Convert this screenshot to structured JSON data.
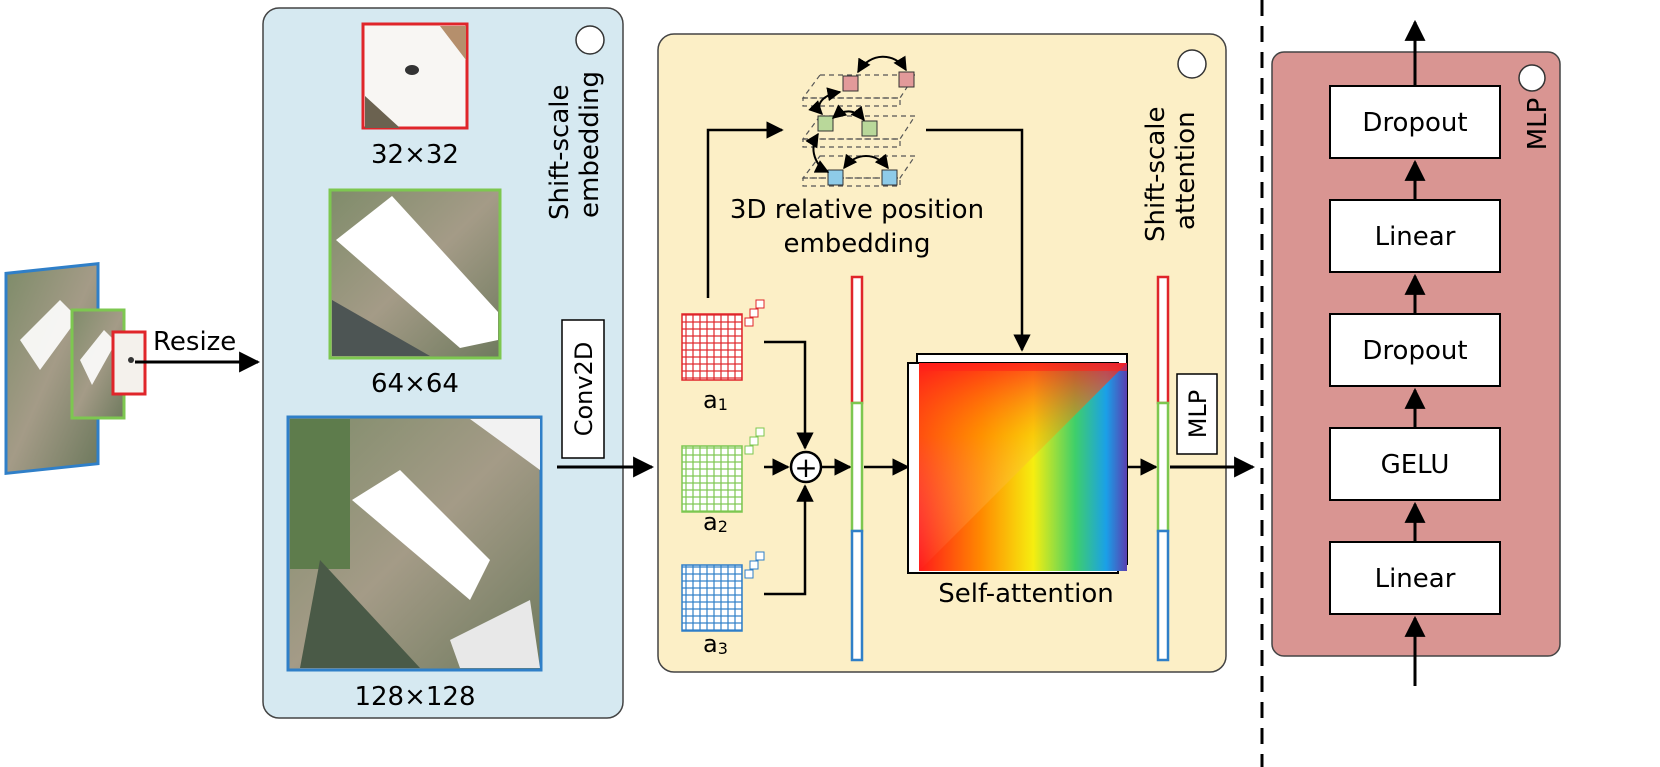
{
  "input": {
    "resize_label": "Resize"
  },
  "embedding": {
    "title_line1": "Shift-scale",
    "title_line2": "embedding",
    "scales": [
      "32×32",
      "64×64",
      "128×128"
    ],
    "conv_label": "Conv2D"
  },
  "attention": {
    "title_line1": "Shift-scale",
    "title_line2": "attention",
    "pos_embed_line1": "3D relative position",
    "pos_embed_line2": "embedding",
    "token_labels": [
      "a",
      "a",
      "a"
    ],
    "token_subscripts": [
      "1",
      "2",
      "3"
    ],
    "self_attention_label": "Self-attention",
    "mlp_label": "MLP",
    "plus_symbol": "+"
  },
  "mlp_block": {
    "title": "MLP",
    "layers": [
      "Dropout",
      "Linear",
      "Dropout",
      "GELU",
      "Linear"
    ]
  },
  "colors": {
    "embedding_panel": "#d6e9f1",
    "attention_panel": "#fcefc6",
    "mlp_panel": "#d99592",
    "scale_small": "#e0252a",
    "scale_mid": "#7dc750",
    "scale_large": "#2f7fc8"
  }
}
